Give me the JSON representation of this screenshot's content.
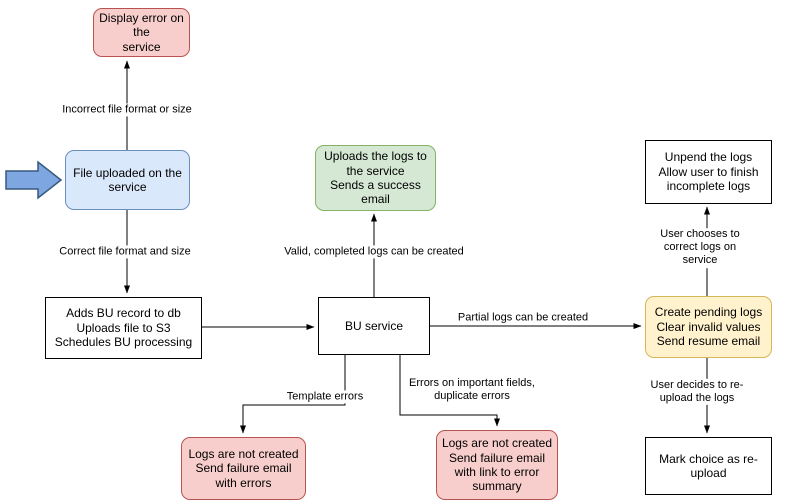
{
  "nodes": {
    "display_error": {
      "label": "Display error on the\nservice"
    },
    "file_uploaded": {
      "label": "File uploaded on the\nservice"
    },
    "process_upload": {
      "label": "Adds BU record to db\nUploads file to S3\nSchedules BU processing"
    },
    "bu_service": {
      "label": "BU service"
    },
    "success": {
      "label": "Uploads the logs to\nthe service\nSends a success\nemail"
    },
    "unpend": {
      "label": "Unpend the logs\nAllow user to finish\nincomplete logs"
    },
    "pending": {
      "label": "Create pending logs\nClear invalid values\nSend resume email"
    },
    "mark_reupload": {
      "label": "Mark choice as re-\nupload"
    },
    "failure_template": {
      "label": "Logs are not created\nSend failure email\nwith errors"
    },
    "failure_fields": {
      "label": "Logs are not created\nSend failure email\nwith link to error\nsummary"
    }
  },
  "edge_labels": {
    "incorrect_format": "Incorrect file format or size",
    "correct_format": "Correct file format and size",
    "valid_logs": "Valid, completed logs can be created",
    "partial_logs": "Partial logs can be created",
    "correct_on_service": "User chooses to correct logs on service",
    "reupload": "User decides to re-upload the logs",
    "template_errors": "Template errors",
    "field_errors": "Errors on important fields,\nduplicate errors"
  },
  "colors": {
    "error_fill": "#f8cecc",
    "error_border": "#b85450",
    "info_fill": "#dae8fc",
    "info_border": "#6c8ebf",
    "success_fill": "#d5e8d4",
    "success_border": "#82b366",
    "warning_fill": "#fff2cc",
    "warning_border": "#d6b656",
    "plain_fill": "#ffffff",
    "plain_border": "#000000",
    "arrow_fill": "#7ea6e0",
    "arrow_border": "#36597d",
    "line": "#000000"
  }
}
